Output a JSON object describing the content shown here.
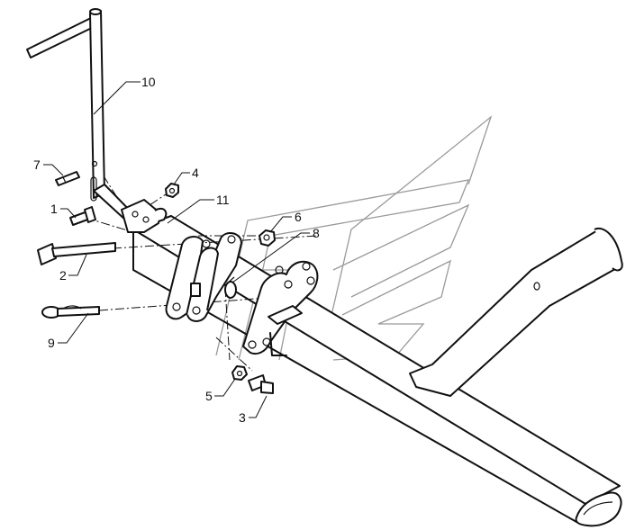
{
  "diagram": {
    "callouts": [
      {
        "id": "c1",
        "label": "1"
      },
      {
        "id": "c2",
        "label": "2"
      },
      {
        "id": "c3",
        "label": "3"
      },
      {
        "id": "c4",
        "label": "4"
      },
      {
        "id": "c5",
        "label": "5"
      },
      {
        "id": "c6",
        "label": "6"
      },
      {
        "id": "c7",
        "label": "7"
      },
      {
        "id": "c8",
        "label": "8"
      },
      {
        "id": "c9",
        "label": "9"
      },
      {
        "id": "c10",
        "label": "10"
      },
      {
        "id": "c11",
        "label": "11"
      }
    ]
  }
}
